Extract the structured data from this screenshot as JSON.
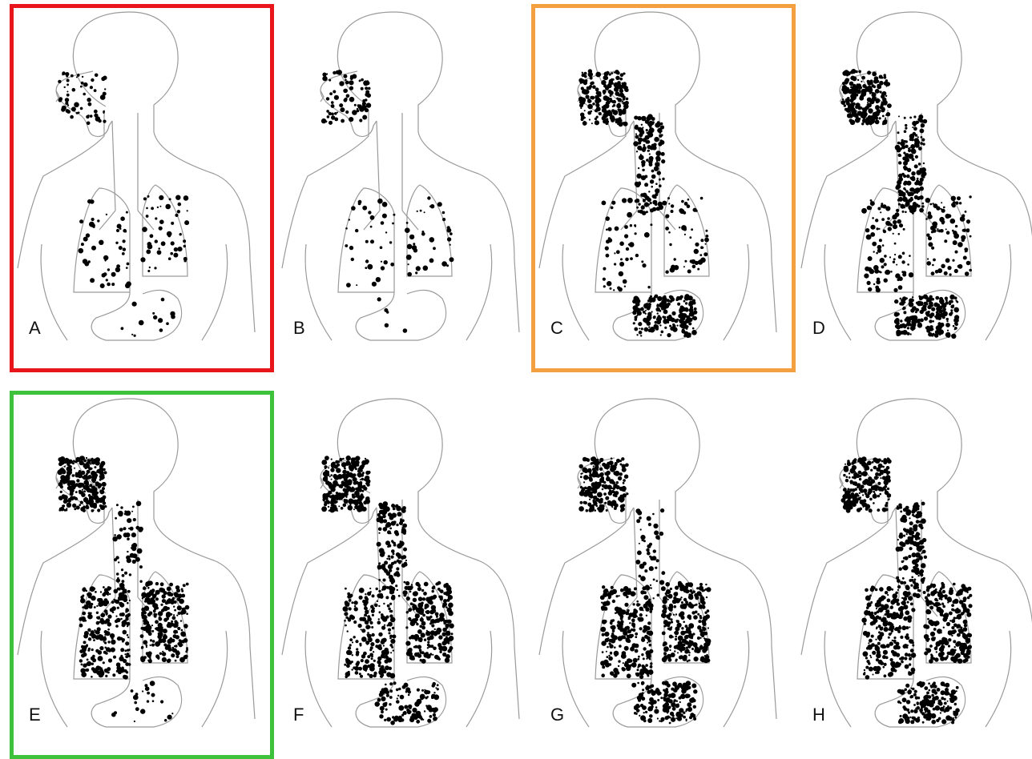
{
  "panels": [
    {
      "label": "A",
      "highlight": "#e8161b",
      "deposition": {
        "face": 0.22,
        "throat": 0.0,
        "lungs": 0.18,
        "stomach": 0.05
      }
    },
    {
      "label": "B",
      "highlight": "",
      "deposition": {
        "face": 0.28,
        "throat": 0.0,
        "lungs": 0.14,
        "stomach": 0.02
      }
    },
    {
      "label": "C",
      "highlight": "#f4a040",
      "deposition": {
        "face": 0.75,
        "throat": 0.7,
        "lungs": 0.2,
        "stomach": 0.8
      }
    },
    {
      "label": "D",
      "highlight": "",
      "deposition": {
        "face": 0.8,
        "throat": 0.75,
        "lungs": 0.35,
        "stomach": 0.75
      }
    },
    {
      "label": "E",
      "highlight": "#3ec23b",
      "deposition": {
        "face": 0.95,
        "throat": 0.3,
        "lungs": 0.95,
        "stomach": 0.08
      }
    },
    {
      "label": "F",
      "highlight": "",
      "deposition": {
        "face": 0.95,
        "throat": 0.65,
        "lungs": 0.85,
        "stomach": 0.45
      }
    },
    {
      "label": "G",
      "highlight": "",
      "deposition": {
        "face": 0.8,
        "throat": 0.25,
        "lungs": 0.95,
        "stomach": 0.55
      }
    },
    {
      "label": "H",
      "highlight": "",
      "deposition": {
        "face": 0.8,
        "throat": 0.7,
        "lungs": 0.95,
        "stomach": 0.6
      }
    }
  ],
  "colors": {
    "outline": "#9a9a9a",
    "particles": "#000000"
  }
}
